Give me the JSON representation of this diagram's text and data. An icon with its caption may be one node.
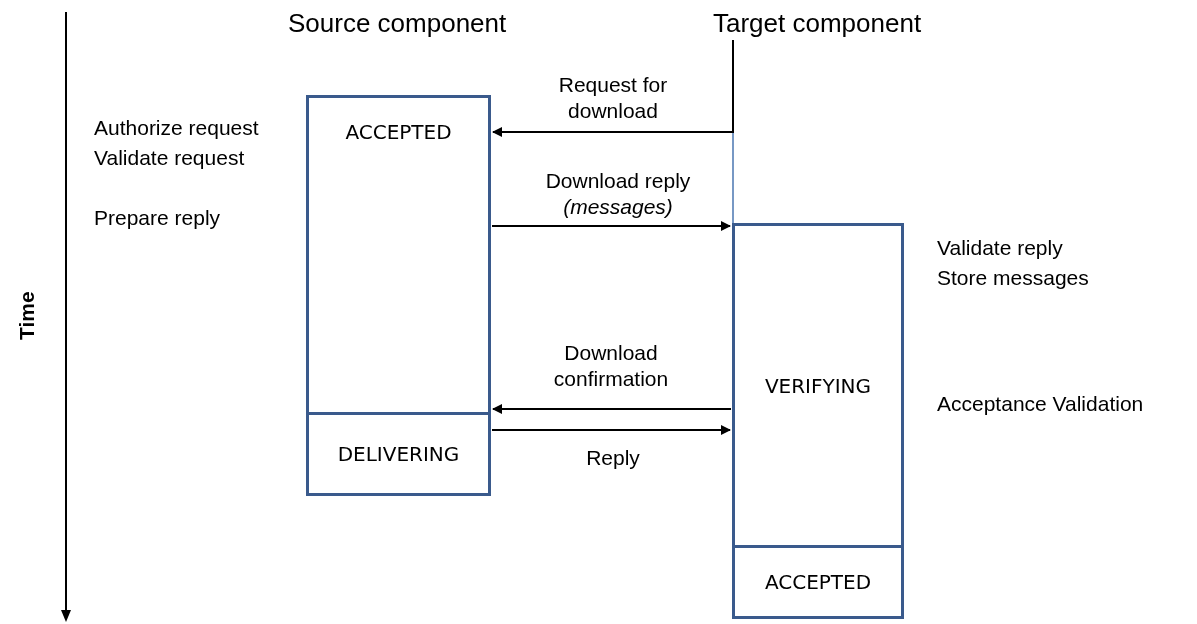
{
  "diagram": {
    "nodes": [
      {
        "text": [
          "ACCEPTED"
        ]
      },
      {
        "text": [
          "DELIVERING"
        ]
      },
      {
        "text": [
          "Target component"
        ]
      },
      {
        "text": [
          "VERIFYING"
        ]
      },
      {
        "text": [
          "ACCEPTED"
        ]
      }
    ],
    "edges": [
      {
        "from": 2,
        "to": 0,
        "arrow": "to",
        "label": "Request for download"
      },
      {
        "from": 0,
        "to": 3,
        "arrow": "to",
        "label": "Download reply *(messages)*"
      },
      {
        "from": 3,
        "to": 0,
        "arrow": "to",
        "label": "Download confirmation"
      },
      {
        "from": 1,
        "to": 3,
        "arrow": "to",
        "label": "Reply"
      }
    ],
    "labels": [
      "Time",
      "Source component",
      "Authorize request",
      "Validate request",
      "Prepare reply",
      "Validate reply",
      "Store messages",
      "Acceptance Validation"
    ]
  }
}
